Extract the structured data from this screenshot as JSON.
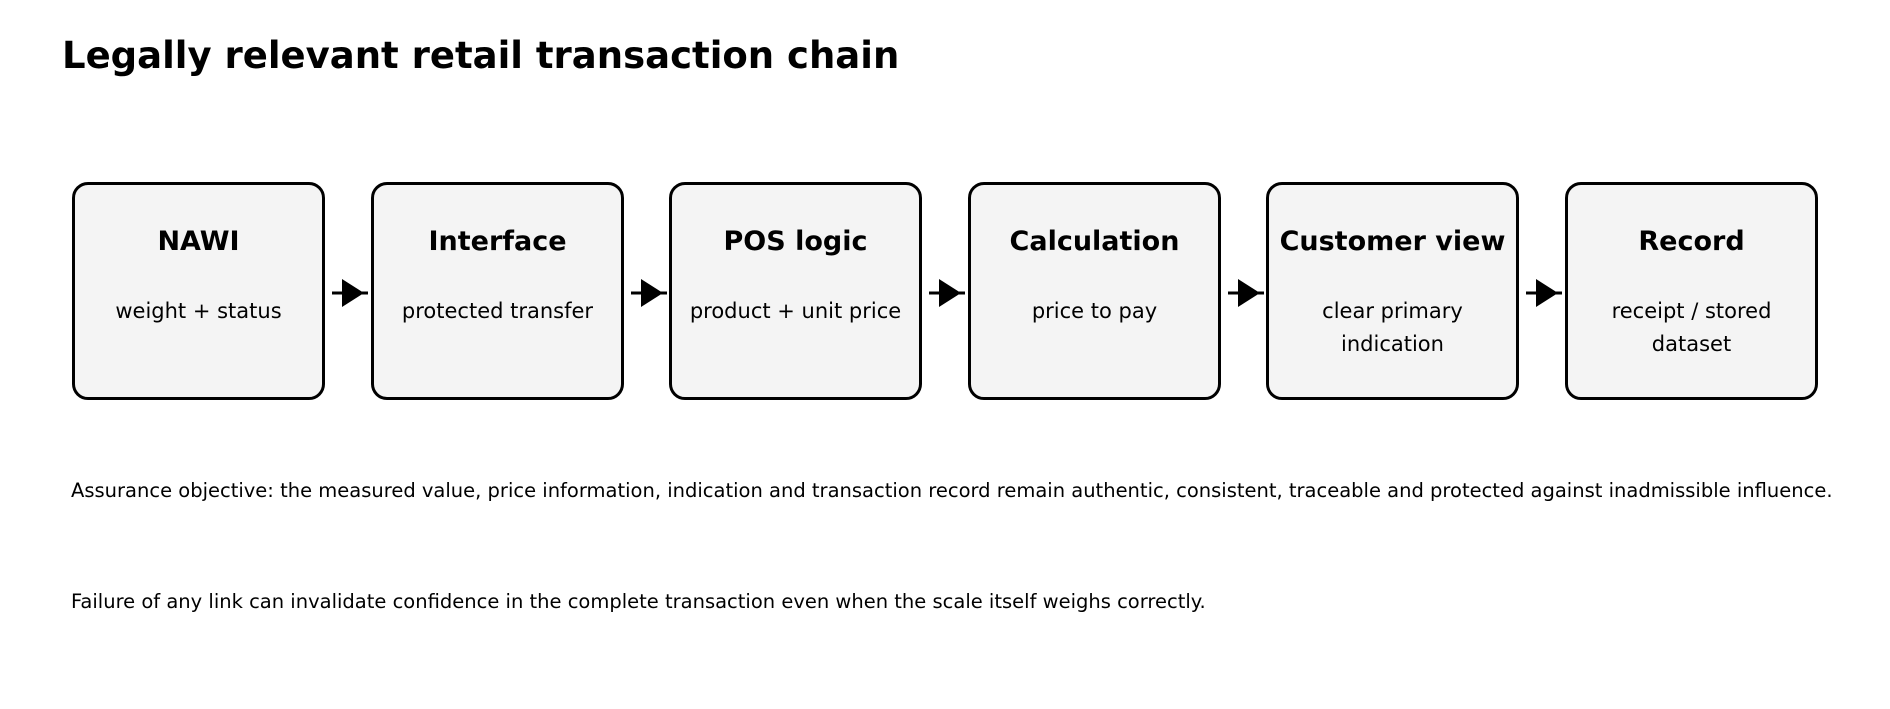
{
  "title": "Legally relevant retail transaction chain",
  "nodes": [
    {
      "title": "NAWI",
      "desc": "weight + status"
    },
    {
      "title": "Interface",
      "desc": "protected transfer"
    },
    {
      "title": "POS logic",
      "desc": "product + unit price"
    },
    {
      "title": "Calculation",
      "desc": "price to pay"
    },
    {
      "title": "Customer view",
      "desc": "clear primary indication"
    },
    {
      "title": "Record",
      "desc": "receipt / stored dataset"
    }
  ],
  "notes": {
    "assurance": "Assurance objective: the measured value, price information, indication and transaction record remain authentic, consistent, traceable and protected against inadmissible influence.",
    "failure": "Failure of any link can invalidate confidence in the complete transaction even when the scale itself weighs correctly."
  },
  "colors": {
    "box_fill": "#f4f4f4",
    "stroke": "#000000",
    "text": "#000000",
    "background": "#ffffff"
  }
}
